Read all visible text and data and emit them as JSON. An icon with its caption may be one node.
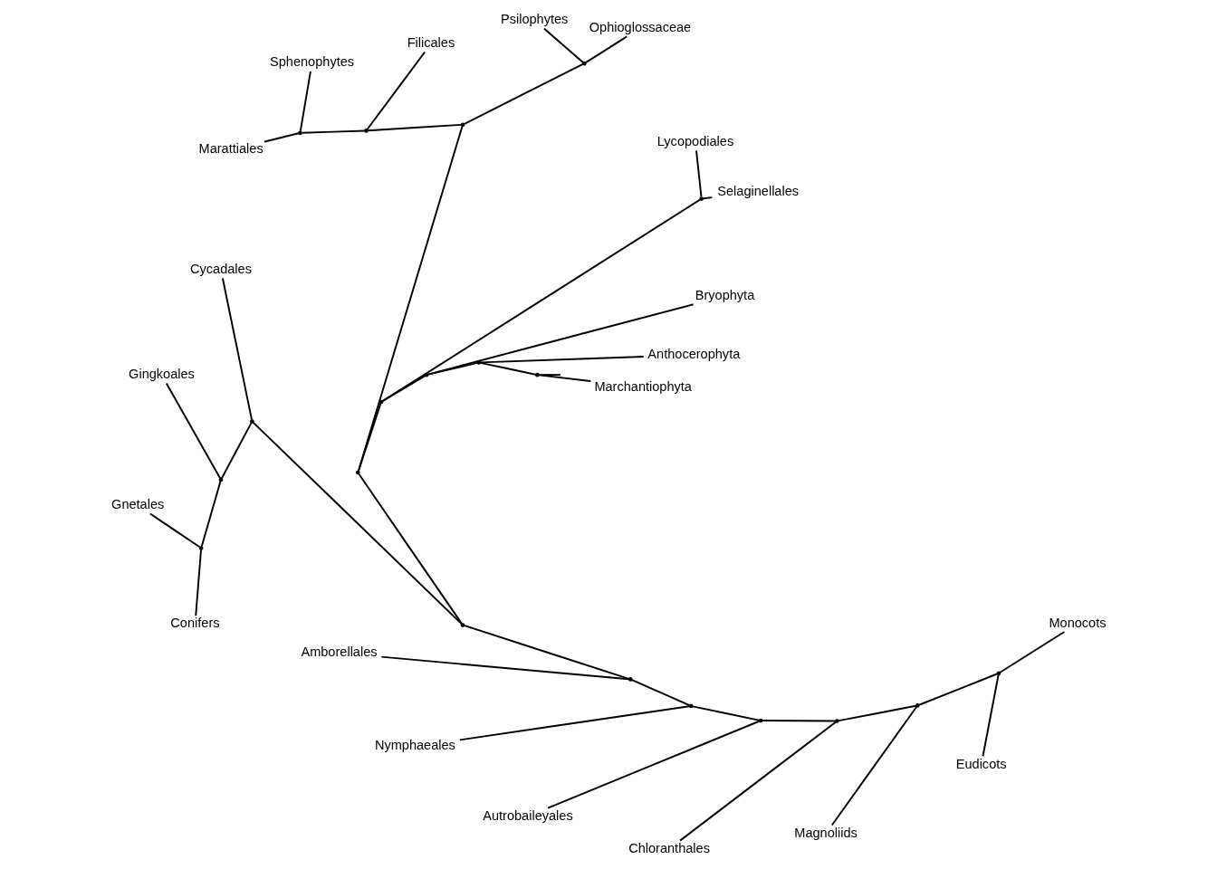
{
  "diagram": {
    "nodes": [
      {
        "text": [
          "Lycopodiales"
        ]
      },
      {
        "text": [
          "Selaginellales"
        ]
      },
      {
        "text": [
          "Bryophyta"
        ]
      },
      {
        "text": [
          "Anthocerophyta"
        ]
      },
      {
        "text": [
          "Marchantiophyta"
        ]
      },
      {
        "text": [
          "Monocots"
        ]
      },
      {
        "text": [
          "Eudicots"
        ]
      },
      {
        "text": [
          "Magnoliids"
        ]
      },
      {
        "text": [
          "Chloranthales"
        ]
      },
      {
        "text": [
          "Autrobaileyales"
        ]
      },
      {
        "text": [
          "Nymphaeales"
        ]
      },
      {
        "text": [
          "Amborellales"
        ]
      },
      {
        "text": [
          "Conifers"
        ]
      },
      {
        "text": [
          "Gnetales"
        ]
      },
      {
        "text": [
          "Gingkoales"
        ]
      },
      {
        "text": [
          "Cycadales"
        ]
      },
      {
        "text": [
          "Marattiales"
        ]
      },
      {
        "text": [
          "Sphenophytes"
        ]
      },
      {
        "text": [
          "Filicales"
        ]
      },
      {
        "text": [
          "Psilophytes"
        ]
      },
      {
        "text": [
          "Ophioglossaceae"
        ]
      },
      {
        "text": [],
        "shape": "point"
      },
      {
        "text": [],
        "shape": "point"
      },
      {
        "text": [],
        "shape": "point"
      },
      {
        "text": [],
        "shape": "point"
      },
      {
        "text": [],
        "shape": "point"
      },
      {
        "text": [],
        "shape": "point"
      },
      {
        "text": [],
        "shape": "point"
      },
      {
        "text": [],
        "shape": "point"
      },
      {
        "text": [],
        "shape": "point"
      },
      {
        "text": [],
        "shape": "point"
      },
      {
        "text": [],
        "shape": "point"
      },
      {
        "text": [],
        "shape": "point"
      },
      {
        "text": [],
        "shape": "point"
      },
      {
        "text": [],
        "shape": "point"
      },
      {
        "text": [],
        "shape": "point"
      },
      {
        "text": [],
        "shape": "point"
      },
      {
        "text": [],
        "shape": "point"
      },
      {
        "text": [],
        "shape": "point"
      },
      {
        "text": [],
        "shape": "point"
      },
      {
        "text": [],
        "shape": "point"
      }
    ],
    "edges": [
      {
        "from": null,
        "to": 21,
        "arrow": "none"
      },
      {
        "from": 21,
        "to": 4,
        "arrow": "none"
      },
      {
        "from": 21,
        "to": 22,
        "arrow": "none"
      },
      {
        "from": 22,
        "to": 3,
        "arrow": "none"
      },
      {
        "from": 22,
        "to": 23,
        "arrow": "none"
      },
      {
        "from": 23,
        "to": 2,
        "arrow": "none"
      },
      {
        "from": 23,
        "to": 24,
        "arrow": "none"
      },
      {
        "from": 24,
        "to": 25,
        "arrow": "none"
      },
      {
        "from": 24,
        "to": 26,
        "arrow": "none"
      },
      {
        "from": 25,
        "to": 0,
        "arrow": "none"
      },
      {
        "from": 25,
        "to": 1,
        "arrow": "none"
      },
      {
        "from": 26,
        "to": 27,
        "arrow": "none"
      },
      {
        "from": 26,
        "to": 31,
        "arrow": "none"
      },
      {
        "from": 27,
        "to": 28,
        "arrow": "none"
      },
      {
        "from": 27,
        "to": 29,
        "arrow": "none"
      },
      {
        "from": 28,
        "to": 19,
        "arrow": "none"
      },
      {
        "from": 28,
        "to": 20,
        "arrow": "none"
      },
      {
        "from": 29,
        "to": 30,
        "arrow": "none"
      },
      {
        "from": 29,
        "to": 18,
        "arrow": "none"
      },
      {
        "from": 30,
        "to": 16,
        "arrow": "none"
      },
      {
        "from": 30,
        "to": 17,
        "arrow": "none"
      },
      {
        "from": 31,
        "to": 32,
        "arrow": "none"
      },
      {
        "from": 31,
        "to": 35,
        "arrow": "none"
      },
      {
        "from": 32,
        "to": 15,
        "arrow": "none"
      },
      {
        "from": 32,
        "to": 33,
        "arrow": "none"
      },
      {
        "from": 33,
        "to": 14,
        "arrow": "none"
      },
      {
        "from": 33,
        "to": 34,
        "arrow": "none"
      },
      {
        "from": 34,
        "to": 13,
        "arrow": "none"
      },
      {
        "from": 34,
        "to": 12,
        "arrow": "none"
      },
      {
        "from": 35,
        "to": 11,
        "arrow": "none"
      },
      {
        "from": 35,
        "to": 36,
        "arrow": "none"
      },
      {
        "from": 36,
        "to": 10,
        "arrow": "none"
      },
      {
        "from": 36,
        "to": 37,
        "arrow": "none"
      },
      {
        "from": 37,
        "to": 9,
        "arrow": "none"
      },
      {
        "from": 37,
        "to": 38,
        "arrow": "none"
      },
      {
        "from": 38,
        "to": 8,
        "arrow": "none"
      },
      {
        "from": 38,
        "to": 39,
        "arrow": "none"
      },
      {
        "from": 39,
        "to": 7,
        "arrow": "none"
      },
      {
        "from": 39,
        "to": 40,
        "arrow": "none"
      },
      {
        "from": 40,
        "to": 6,
        "arrow": "none"
      },
      {
        "from": 40,
        "to": 5,
        "arrow": "none"
      }
    ]
  }
}
